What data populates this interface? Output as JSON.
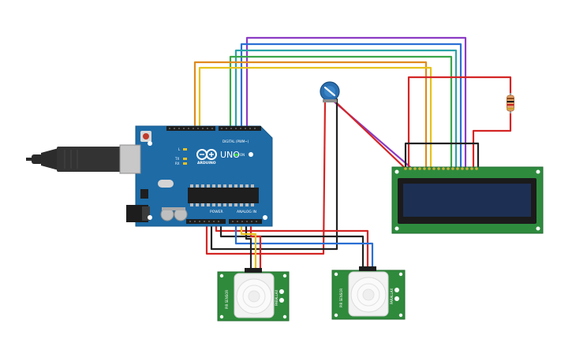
{
  "arduino": {
    "brand_label": "ARDUINO",
    "model_label": "UNO",
    "digital_label": "DIGITAL (PWM~)",
    "power_label": "POWER",
    "analog_label": "ANALOG IN",
    "tx_label": "TX",
    "rx_label": "RX",
    "l_label": "L",
    "on_label": "ON"
  },
  "pir_sensors": [
    {
      "label_left": "PIR SENSOR",
      "label_right": "PARALLAX"
    },
    {
      "label_left": "PIR SENSOR",
      "label_right": "PARALLAX"
    }
  ],
  "colors": {
    "board_blue": "#1e6ba6",
    "lcd_green": "#2e8b3e",
    "lcd_screen": "#1d2f53",
    "pir_green": "#2f8a3c",
    "wire_red": "#d42525",
    "wire_black": "#222222",
    "wire_orange": "#e08a1e",
    "wire_yellow": "#e6c21a",
    "wire_green": "#3aa64a",
    "wire_teal": "#2aa4a8",
    "wire_blue": "#2a6fd4",
    "wire_purple": "#8a3cc4"
  }
}
